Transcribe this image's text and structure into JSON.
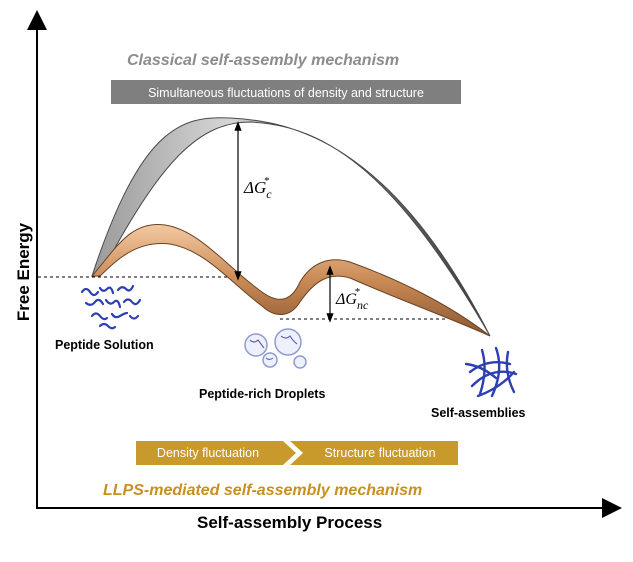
{
  "axes": {
    "y_label": "Free Energy",
    "x_label": "Self-assembly Process"
  },
  "classical": {
    "title": "Classical self-assembly mechanism",
    "banner": "Simultaneous fluctuations of density and structure",
    "barrier_label": {
      "symbol": "ΔG",
      "sub": "c",
      "sup": "*"
    },
    "curve_color": "#5a5a5a"
  },
  "llps": {
    "title": "LLPS-mediated self-assembly mechanism",
    "steps": [
      "Density fluctuation",
      "Structure fluctuation"
    ],
    "barrier_label": {
      "symbol": "ΔG",
      "sub": "nc",
      "sup": "*"
    },
    "curve_color": "#d9935a",
    "accent_color": "#c79a2b"
  },
  "states": {
    "solution": "Peptide Solution",
    "droplets": "Peptide-rich Droplets",
    "assemblies": "Self-assemblies"
  }
}
